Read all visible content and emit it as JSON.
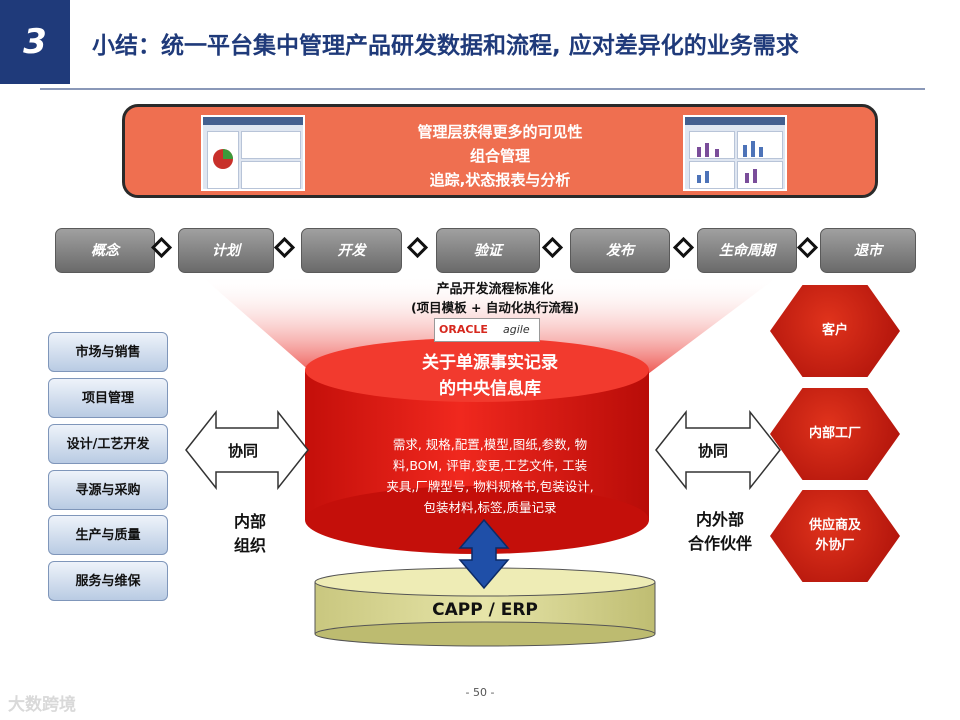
{
  "header": {
    "number": "3",
    "title": "小结：统一平台集中管理产品研发数据和流程, 应对差异化的业务需求"
  },
  "management": {
    "lines": [
      "管理层获得更多的可见性",
      "组合管理",
      "追踪,状态报表与分析"
    ]
  },
  "phases": [
    "概念",
    "计划",
    "开发",
    "验证",
    "发布",
    "生命周期",
    "退市"
  ],
  "flow": {
    "line1": "产品开发流程标准化",
    "line2": "(项目模板 + 自动化执行流程)",
    "oracle": "ORACLE",
    "agile": "agile"
  },
  "internal_functions": [
    "市场与销售",
    "项目管理",
    "设计/工艺开发",
    "寻源与采购",
    "生产与质量",
    "服务与维保"
  ],
  "partners": [
    "客户",
    "内部工厂",
    "供应商及\n外协厂"
  ],
  "left_arrow": {
    "label": "协同",
    "caption_1": "内部",
    "caption_2": "组织"
  },
  "right_arrow": {
    "label": "协同",
    "caption_1": "内外部",
    "caption_2": "合作伙伴"
  },
  "repository": {
    "title_1": "关于单源事实记录",
    "title_2": "的中央信息库",
    "body": [
      "需求, 规格,配置,模型,图纸,参数, 物",
      "料,BOM, 评审,变更,工艺文件, 工装",
      "夹具,厂牌型号, 物料规格书,包装设计,",
      "包装材料,标签,质量记录"
    ]
  },
  "system": {
    "label": "CAPP / ERP"
  },
  "footer": {
    "page": "- 50 -",
    "watermark": "大数跨境"
  },
  "colors": {
    "brand_navy": "#1f3a7a",
    "banner_orange": "#ef6f50",
    "cylinder_red": "#e8211a",
    "hex_red": "#b5120b",
    "erp_khaki": "#d9d89a",
    "arrow_blue": "#1f4fa8"
  }
}
